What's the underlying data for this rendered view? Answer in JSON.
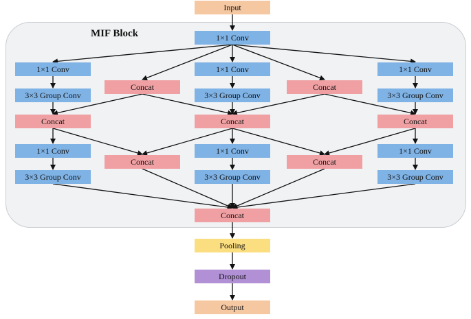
{
  "region": {
    "title": "MIF Block"
  },
  "labels": {
    "input": "Input",
    "conv1x1": "1×1 Conv",
    "group_conv": "3×3 Group Conv",
    "concat": "Concat",
    "pooling": "Pooling",
    "dropout": "Dropout",
    "output": "Output"
  },
  "colors": {
    "conv": "#7fb2e5",
    "concat": "#f0a0a3",
    "pooling": "#fbde7f",
    "dropout": "#b290d6",
    "io": "#f6c8a2",
    "region": "#f0f2f4",
    "edge": "#111111"
  },
  "nodes": [
    {
      "id": "input",
      "kind": "io",
      "label": "labels.input"
    },
    {
      "id": "conv_top",
      "kind": "conv",
      "label": "labels.conv1x1"
    },
    {
      "id": "c1a",
      "kind": "conv",
      "label": "labels.conv1x1"
    },
    {
      "id": "c3a",
      "kind": "conv",
      "label": "labels.conv1x1"
    },
    {
      "id": "c5a",
      "kind": "conv",
      "label": "labels.conv1x1"
    },
    {
      "id": "cat2a",
      "kind": "concat",
      "label": "labels.concat"
    },
    {
      "id": "cat4a",
      "kind": "concat",
      "label": "labels.concat"
    },
    {
      "id": "g1a",
      "kind": "conv",
      "label": "labels.group_conv"
    },
    {
      "id": "g3a",
      "kind": "conv",
      "label": "labels.group_conv"
    },
    {
      "id": "g5a",
      "kind": "conv",
      "label": "labels.group_conv"
    },
    {
      "id": "cat1",
      "kind": "concat",
      "label": "labels.concat"
    },
    {
      "id": "cat3",
      "kind": "concat",
      "label": "labels.concat"
    },
    {
      "id": "cat5",
      "kind": "concat",
      "label": "labels.concat"
    },
    {
      "id": "c1b",
      "kind": "conv",
      "label": "labels.conv1x1"
    },
    {
      "id": "c3b",
      "kind": "conv",
      "label": "labels.conv1x1"
    },
    {
      "id": "c5b",
      "kind": "conv",
      "label": "labels.conv1x1"
    },
    {
      "id": "cat2b",
      "kind": "concat",
      "label": "labels.concat"
    },
    {
      "id": "cat4b",
      "kind": "concat",
      "label": "labels.concat"
    },
    {
      "id": "g1b",
      "kind": "conv",
      "label": "labels.group_conv"
    },
    {
      "id": "g3b",
      "kind": "conv",
      "label": "labels.group_conv"
    },
    {
      "id": "g5b",
      "kind": "conv",
      "label": "labels.group_conv"
    },
    {
      "id": "cat_final",
      "kind": "concat",
      "label": "labels.concat"
    },
    {
      "id": "pool",
      "kind": "pool",
      "label": "labels.pooling"
    },
    {
      "id": "drop",
      "kind": "drop",
      "label": "labels.dropout"
    },
    {
      "id": "output",
      "kind": "io",
      "label": "labels.output"
    }
  ],
  "edges": [
    [
      "input",
      "conv_top"
    ],
    [
      "conv_top",
      "c1a"
    ],
    [
      "conv_top",
      "cat2a"
    ],
    [
      "conv_top",
      "c3a"
    ],
    [
      "conv_top",
      "cat4a"
    ],
    [
      "conv_top",
      "c5a"
    ],
    [
      "c1a",
      "g1a"
    ],
    [
      "c3a",
      "g3a"
    ],
    [
      "c5a",
      "g5a"
    ],
    [
      "g1a",
      "cat1"
    ],
    [
      "cat2a",
      "cat1"
    ],
    [
      "cat2a",
      "cat3"
    ],
    [
      "g3a",
      "cat3"
    ],
    [
      "cat4a",
      "cat3"
    ],
    [
      "cat4a",
      "cat5"
    ],
    [
      "g5a",
      "cat5"
    ],
    [
      "cat1",
      "c1b"
    ],
    [
      "cat1",
      "cat2b"
    ],
    [
      "cat3",
      "cat2b"
    ],
    [
      "cat3",
      "c3b"
    ],
    [
      "cat3",
      "cat4b"
    ],
    [
      "cat5",
      "cat4b"
    ],
    [
      "cat5",
      "c5b"
    ],
    [
      "c1b",
      "g1b"
    ],
    [
      "c3b",
      "g3b"
    ],
    [
      "c5b",
      "g5b"
    ],
    [
      "g1b",
      "cat_final"
    ],
    [
      "cat2b",
      "cat_final"
    ],
    [
      "g3b",
      "cat_final"
    ],
    [
      "cat4b",
      "cat_final"
    ],
    [
      "g5b",
      "cat_final"
    ],
    [
      "cat_final",
      "pool"
    ],
    [
      "pool",
      "drop"
    ],
    [
      "drop",
      "output"
    ]
  ]
}
